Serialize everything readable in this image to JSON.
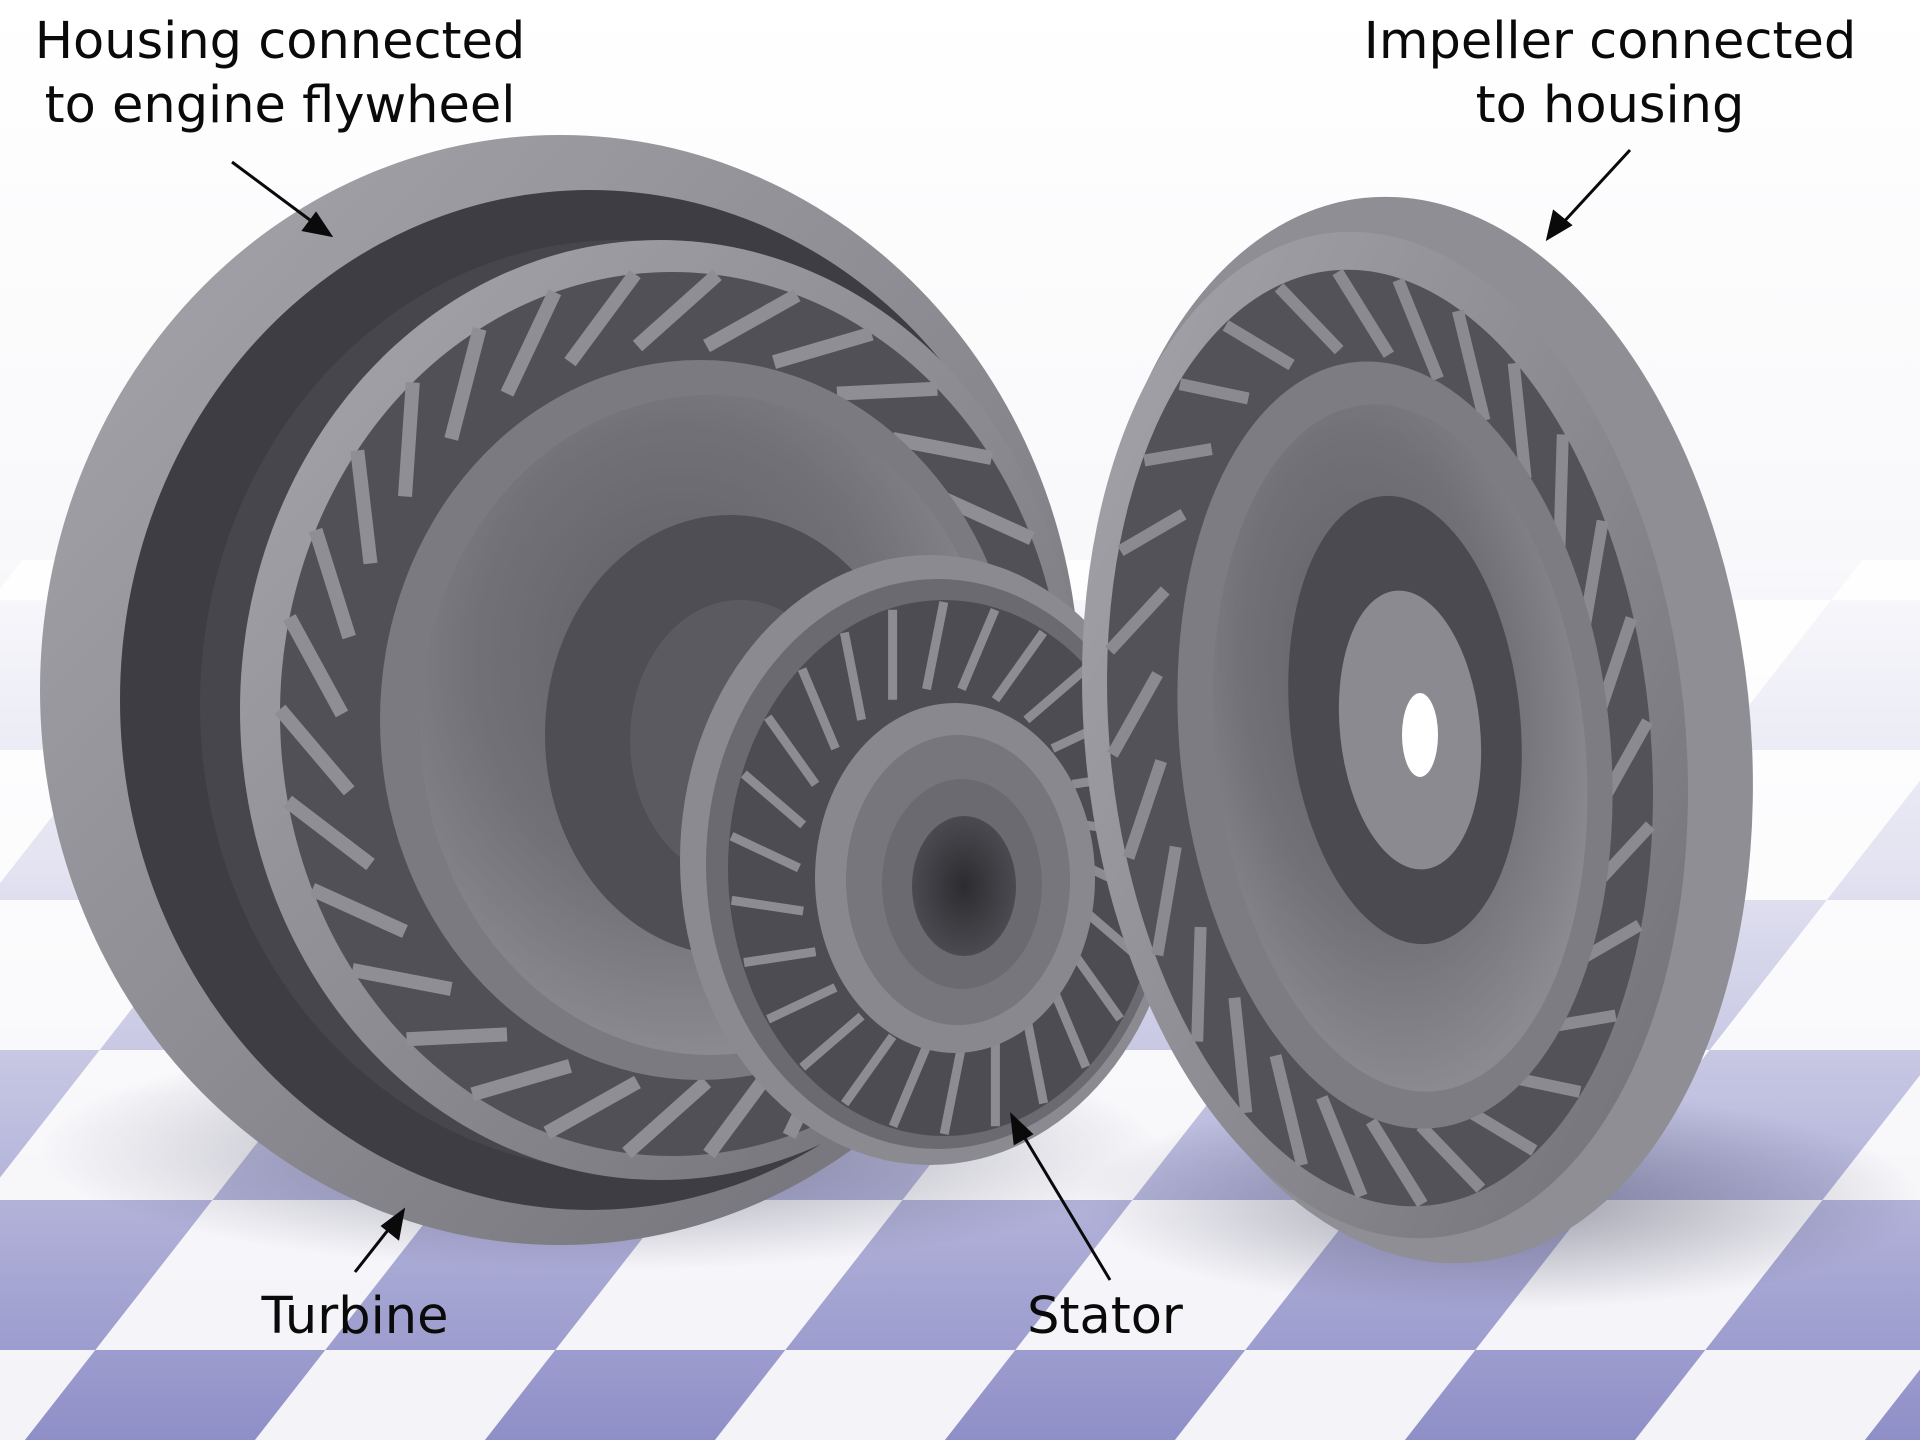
{
  "labels": {
    "housing": {
      "line1": "Housing connected",
      "line2": "to engine flywheel"
    },
    "impeller": {
      "line1": "Impeller connected",
      "line2": "to housing"
    },
    "turbine": "Turbine",
    "stator": "Stator"
  },
  "colors": {
    "floor_light": "#f2f2f8",
    "floor_dark": "#8a8ac4",
    "metal_light": "#9a9aa0",
    "metal_mid": "#6f6f75",
    "metal_dark": "#3a3a40",
    "text": "#0a0a0a"
  }
}
